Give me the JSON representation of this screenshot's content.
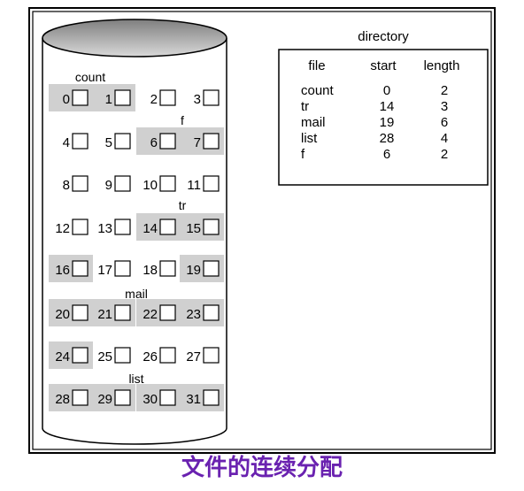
{
  "colors": {
    "highlight": "#d0d0d0",
    "caption": "#6a22b0",
    "cap_dark": "#7f7f7f",
    "cap_light": "#d9d9d9"
  },
  "disk": {
    "blocks": [
      "0",
      "1",
      "2",
      "3",
      "4",
      "5",
      "6",
      "7",
      "8",
      "9",
      "10",
      "11",
      "12",
      "13",
      "14",
      "15",
      "16",
      "17",
      "18",
      "19",
      "20",
      "21",
      "22",
      "23",
      "24",
      "25",
      "26",
      "27",
      "28",
      "29",
      "30",
      "31"
    ],
    "files": [
      {
        "name": "count",
        "highlight_blocks": [
          0,
          1
        ]
      },
      {
        "name": "f",
        "highlight_blocks": [
          6,
          7
        ]
      },
      {
        "name": "tr",
        "highlight_blocks": [
          14,
          15,
          16
        ]
      },
      {
        "name": "mail",
        "highlight_blocks": [
          19,
          20,
          21,
          22,
          23,
          24
        ]
      },
      {
        "name": "list",
        "highlight_blocks": [
          28,
          29,
          30,
          31
        ]
      }
    ]
  },
  "directory": {
    "title": "directory",
    "headers": [
      "file",
      "start",
      "length"
    ],
    "rows": [
      [
        "count",
        "0",
        "2"
      ],
      [
        "tr",
        "14",
        "3"
      ],
      [
        "mail",
        "19",
        "6"
      ],
      [
        "list",
        "28",
        "4"
      ],
      [
        "f",
        "6",
        "2"
      ]
    ]
  },
  "caption": "文件的连续分配"
}
